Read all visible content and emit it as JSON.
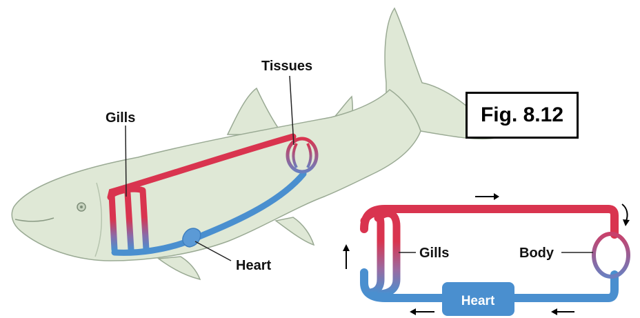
{
  "figure_label": "Fig. 8.12",
  "fish_diagram": {
    "gills_label": "Gills",
    "tissues_label": "Tissues",
    "heart_label": "Heart"
  },
  "circuit_diagram": {
    "gills_label": "Gills",
    "body_label": "Body",
    "heart_label": "Heart"
  },
  "colors": {
    "oxygenated": "#d9344f",
    "deoxygenated": "#4a8fcf",
    "fish_body": "#dfe8d6",
    "fish_outline": "#9aaa94",
    "heart_box": "#4a8fcf"
  }
}
